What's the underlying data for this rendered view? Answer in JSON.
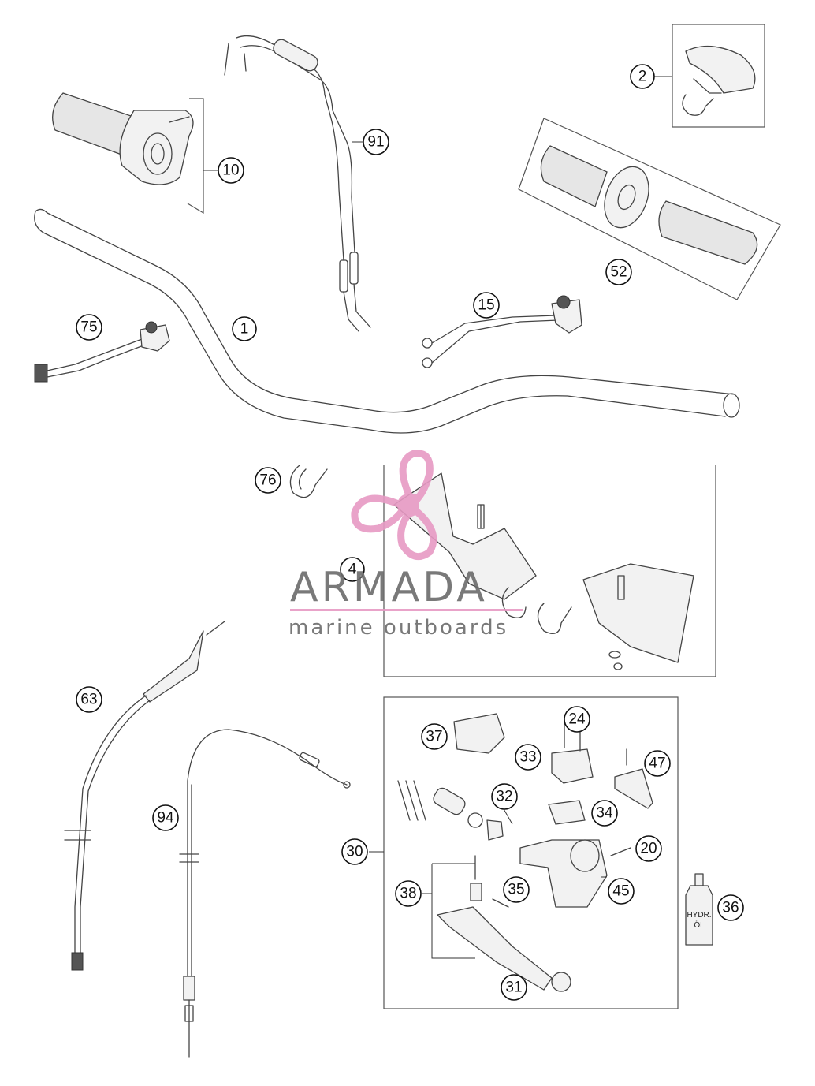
{
  "callouts": [
    "1",
    "2",
    "4",
    "10",
    "15",
    "20",
    "24",
    "30",
    "31",
    "32",
    "33",
    "34",
    "35",
    "36",
    "37",
    "38",
    "45",
    "47",
    "52",
    "63",
    "75",
    "76",
    "91",
    "94"
  ],
  "watermark": {
    "name": "ARMADA",
    "tagline": "marine outboards",
    "color": "#e79ac4"
  },
  "bottle_label": [
    "HYDR.",
    "ÖL"
  ]
}
